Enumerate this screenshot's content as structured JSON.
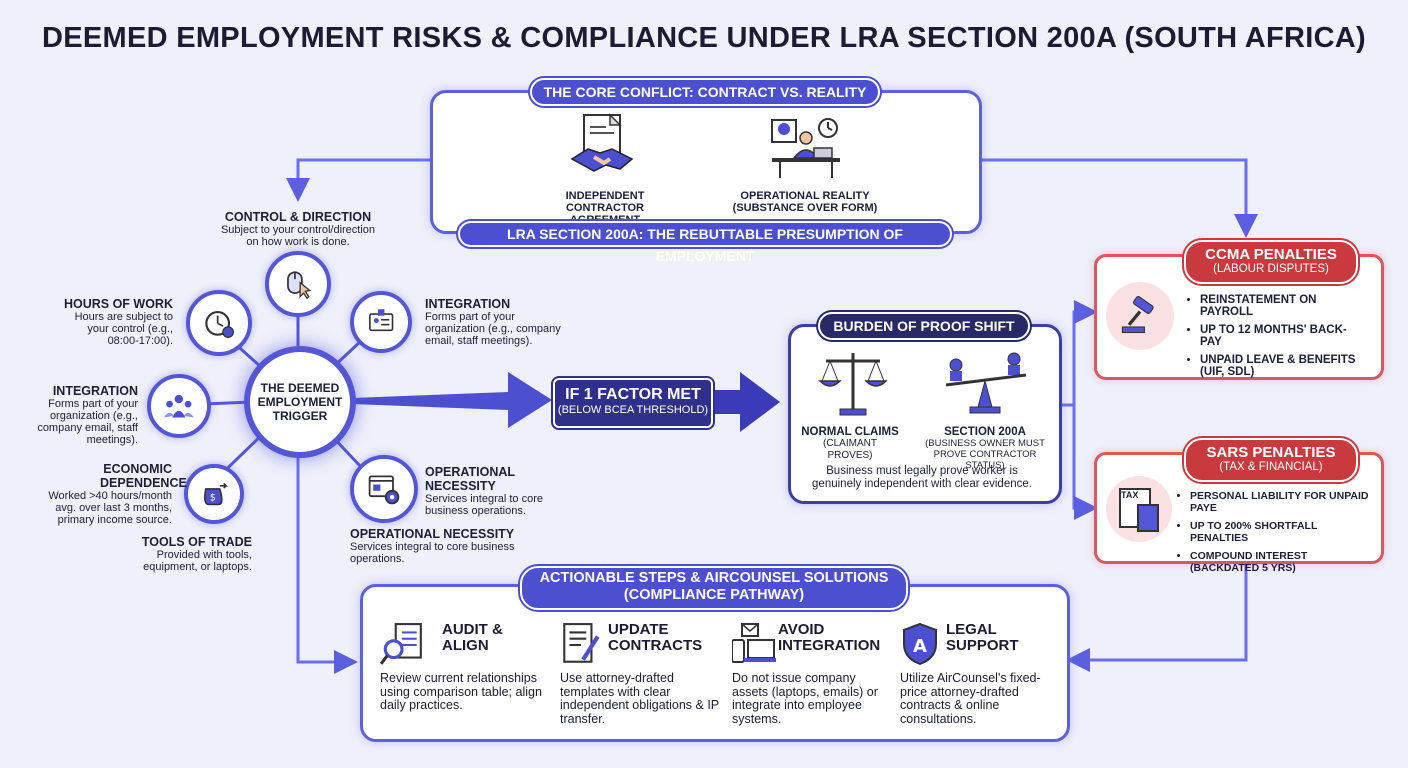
{
  "title": "DEEMED EMPLOYMENT RISKS & COMPLIANCE UNDER LRA SECTION 200A (SOUTH AFRICA)",
  "core": {
    "header": "THE CORE CONFLICT: CONTRACT VS. REALITY",
    "left_label": "INDEPENDENT CONTRACTOR AGREEMENT",
    "right_label": "OPERATIONAL REALITY (SUBSTANCE OVER FORM)",
    "footer": "LRA SECTION 200A: THE REBUTTABLE PRESUMPTION OF EMPLOYMENT"
  },
  "trigger": {
    "center": "THE DEEMED EMPLOYMENT TRIGGER",
    "factors": [
      {
        "title": "CONTROL & DIRECTION",
        "desc": "Subject to your control/direction on how work is done.",
        "icon": "mouse-pointer-icon"
      },
      {
        "title": "INTEGRATION",
        "desc": "Forms part of your organization (e.g., company email, staff meetings).",
        "icon": "id-badge-icon"
      },
      {
        "title": "OPERATIONAL NECESSITY",
        "desc": "Services integral to core business operations.",
        "icon": "gear-window-icon"
      },
      {
        "title": "OPERATIONAL NECESSITY",
        "desc": "Services integral to core business operations."
      },
      {
        "title": "TOOLS OF TRADE",
        "desc": "Provided with tools, equipment, or laptops."
      },
      {
        "title": "ECONOMIC DEPENDENCE",
        "desc": "Worked >40 hours/month avg. over last 3 months, primary income source.",
        "icon": "money-bag-icon"
      },
      {
        "title": "INTEGRATION",
        "desc": "Forms part of your organization (e.g., company email, staff meetings).",
        "icon": "team-icon"
      },
      {
        "title": "HOURS OF WORK",
        "desc": "Hours are subject to your control (e.g., 08:00-17:00).",
        "icon": "clock-icon"
      }
    ]
  },
  "factor_box": {
    "title": "IF 1 FACTOR MET",
    "sub": "(BELOW BCEA THRESHOLD)"
  },
  "burden": {
    "header": "BURDEN OF PROOF SHIFT",
    "normal_title": "NORMAL CLAIMS",
    "normal_sub": "(CLAIMANT PROVES)",
    "s200_title": "SECTION 200A",
    "s200_sub": "(BUSINESS OWNER MUST PROVE CONTRACTOR STATUS)",
    "note": "Business must legally prove worker is genuinely independent with clear evidence."
  },
  "ccma": {
    "title": "CCMA PENALTIES",
    "sub": "(LABOUR DISPUTES)",
    "items": [
      "REINSTATEMENT ON PAYROLL",
      "UP TO 12 MONTHS' BACK-PAY",
      "UNPAID LEAVE & BENEFITS (UIF, SDL)"
    ]
  },
  "sars": {
    "title": "SARS PENALTIES",
    "sub": "(TAX & FINANCIAL)",
    "icon_text": "TAX",
    "items": [
      "PERSONAL LIABILITY FOR UNPAID PAYE",
      "UP TO 200% SHORTFALL PENALTIES",
      "COMPOUND INTEREST (BACKDATED 5 YRS)"
    ]
  },
  "steps": {
    "header_1": "ACTIONABLE STEPS & AIRCOUNSEL SOLUTIONS",
    "header_2": "(COMPLIANCE PATHWAY)",
    "items": [
      {
        "title1": "AUDIT &",
        "title2": "ALIGN",
        "text": "Review current relationships using comparison table; align daily practices.",
        "icon": "magnifier-checklist-icon"
      },
      {
        "title1": "UPDATE",
        "title2": "CONTRACTS",
        "text": "Use attorney-drafted templates with clear independent obligations & IP transfer.",
        "icon": "document-pen-icon"
      },
      {
        "title1": "AVOID",
        "title2": "INTEGRATION",
        "text": "Do not issue company assets (laptops, emails) or integrate into employee systems.",
        "icon": "devices-icon"
      },
      {
        "title1": "LEGAL",
        "title2": "SUPPORT",
        "text": "Utilize AirCounsel's fixed-price attorney-drafted contracts & online consultations.",
        "icon": "shield-a-icon"
      }
    ]
  },
  "colors": {
    "accent": "#4b4fd0",
    "danger": "#c93a3f",
    "bg": "#eef0fa"
  }
}
